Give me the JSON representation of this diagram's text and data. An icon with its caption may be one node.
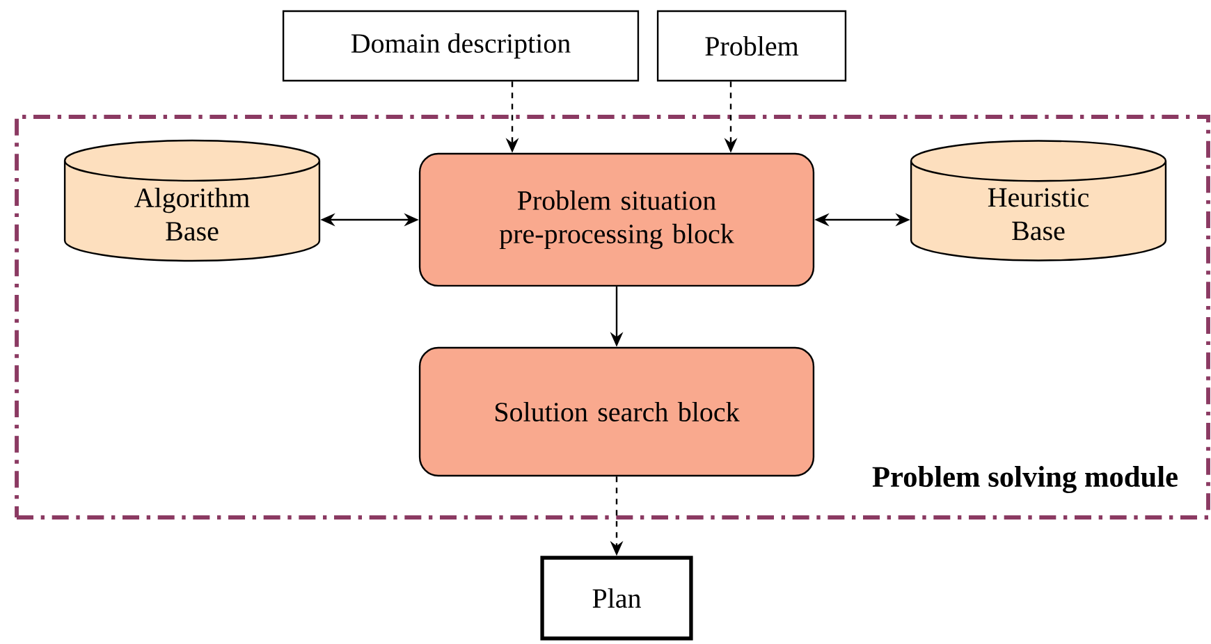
{
  "diagram": {
    "nodes": [
      {
        "text": [
          "Problem solving module"
        ]
      },
      {
        "text": [
          "Domain description"
        ]
      },
      {
        "text": [
          "Problem"
        ]
      },
      {
        "text": [
          "Algorithm Base"
        ],
        "in": 0
      },
      {
        "text": [
          "Problem situation pre-processing block"
        ],
        "in": 0
      },
      {
        "text": [
          "Heuristic Base"
        ],
        "in": 0
      },
      {
        "text": [
          "Solution search block"
        ],
        "in": 0
      },
      {
        "text": [
          "Plan"
        ]
      }
    ],
    "edges": [
      {
        "from": 1,
        "to": 4,
        "arrow": "to",
        "style": "dashed"
      },
      {
        "from": 2,
        "to": 4,
        "arrow": "to",
        "style": "dashed"
      },
      {
        "from": 3,
        "to": 4,
        "arrow": "both"
      },
      {
        "from": 4,
        "to": 5,
        "arrow": "both"
      },
      {
        "from": 4,
        "to": 6,
        "arrow": "to"
      },
      {
        "from": 6,
        "to": 7,
        "arrow": "to",
        "style": "dashed"
      }
    ]
  }
}
